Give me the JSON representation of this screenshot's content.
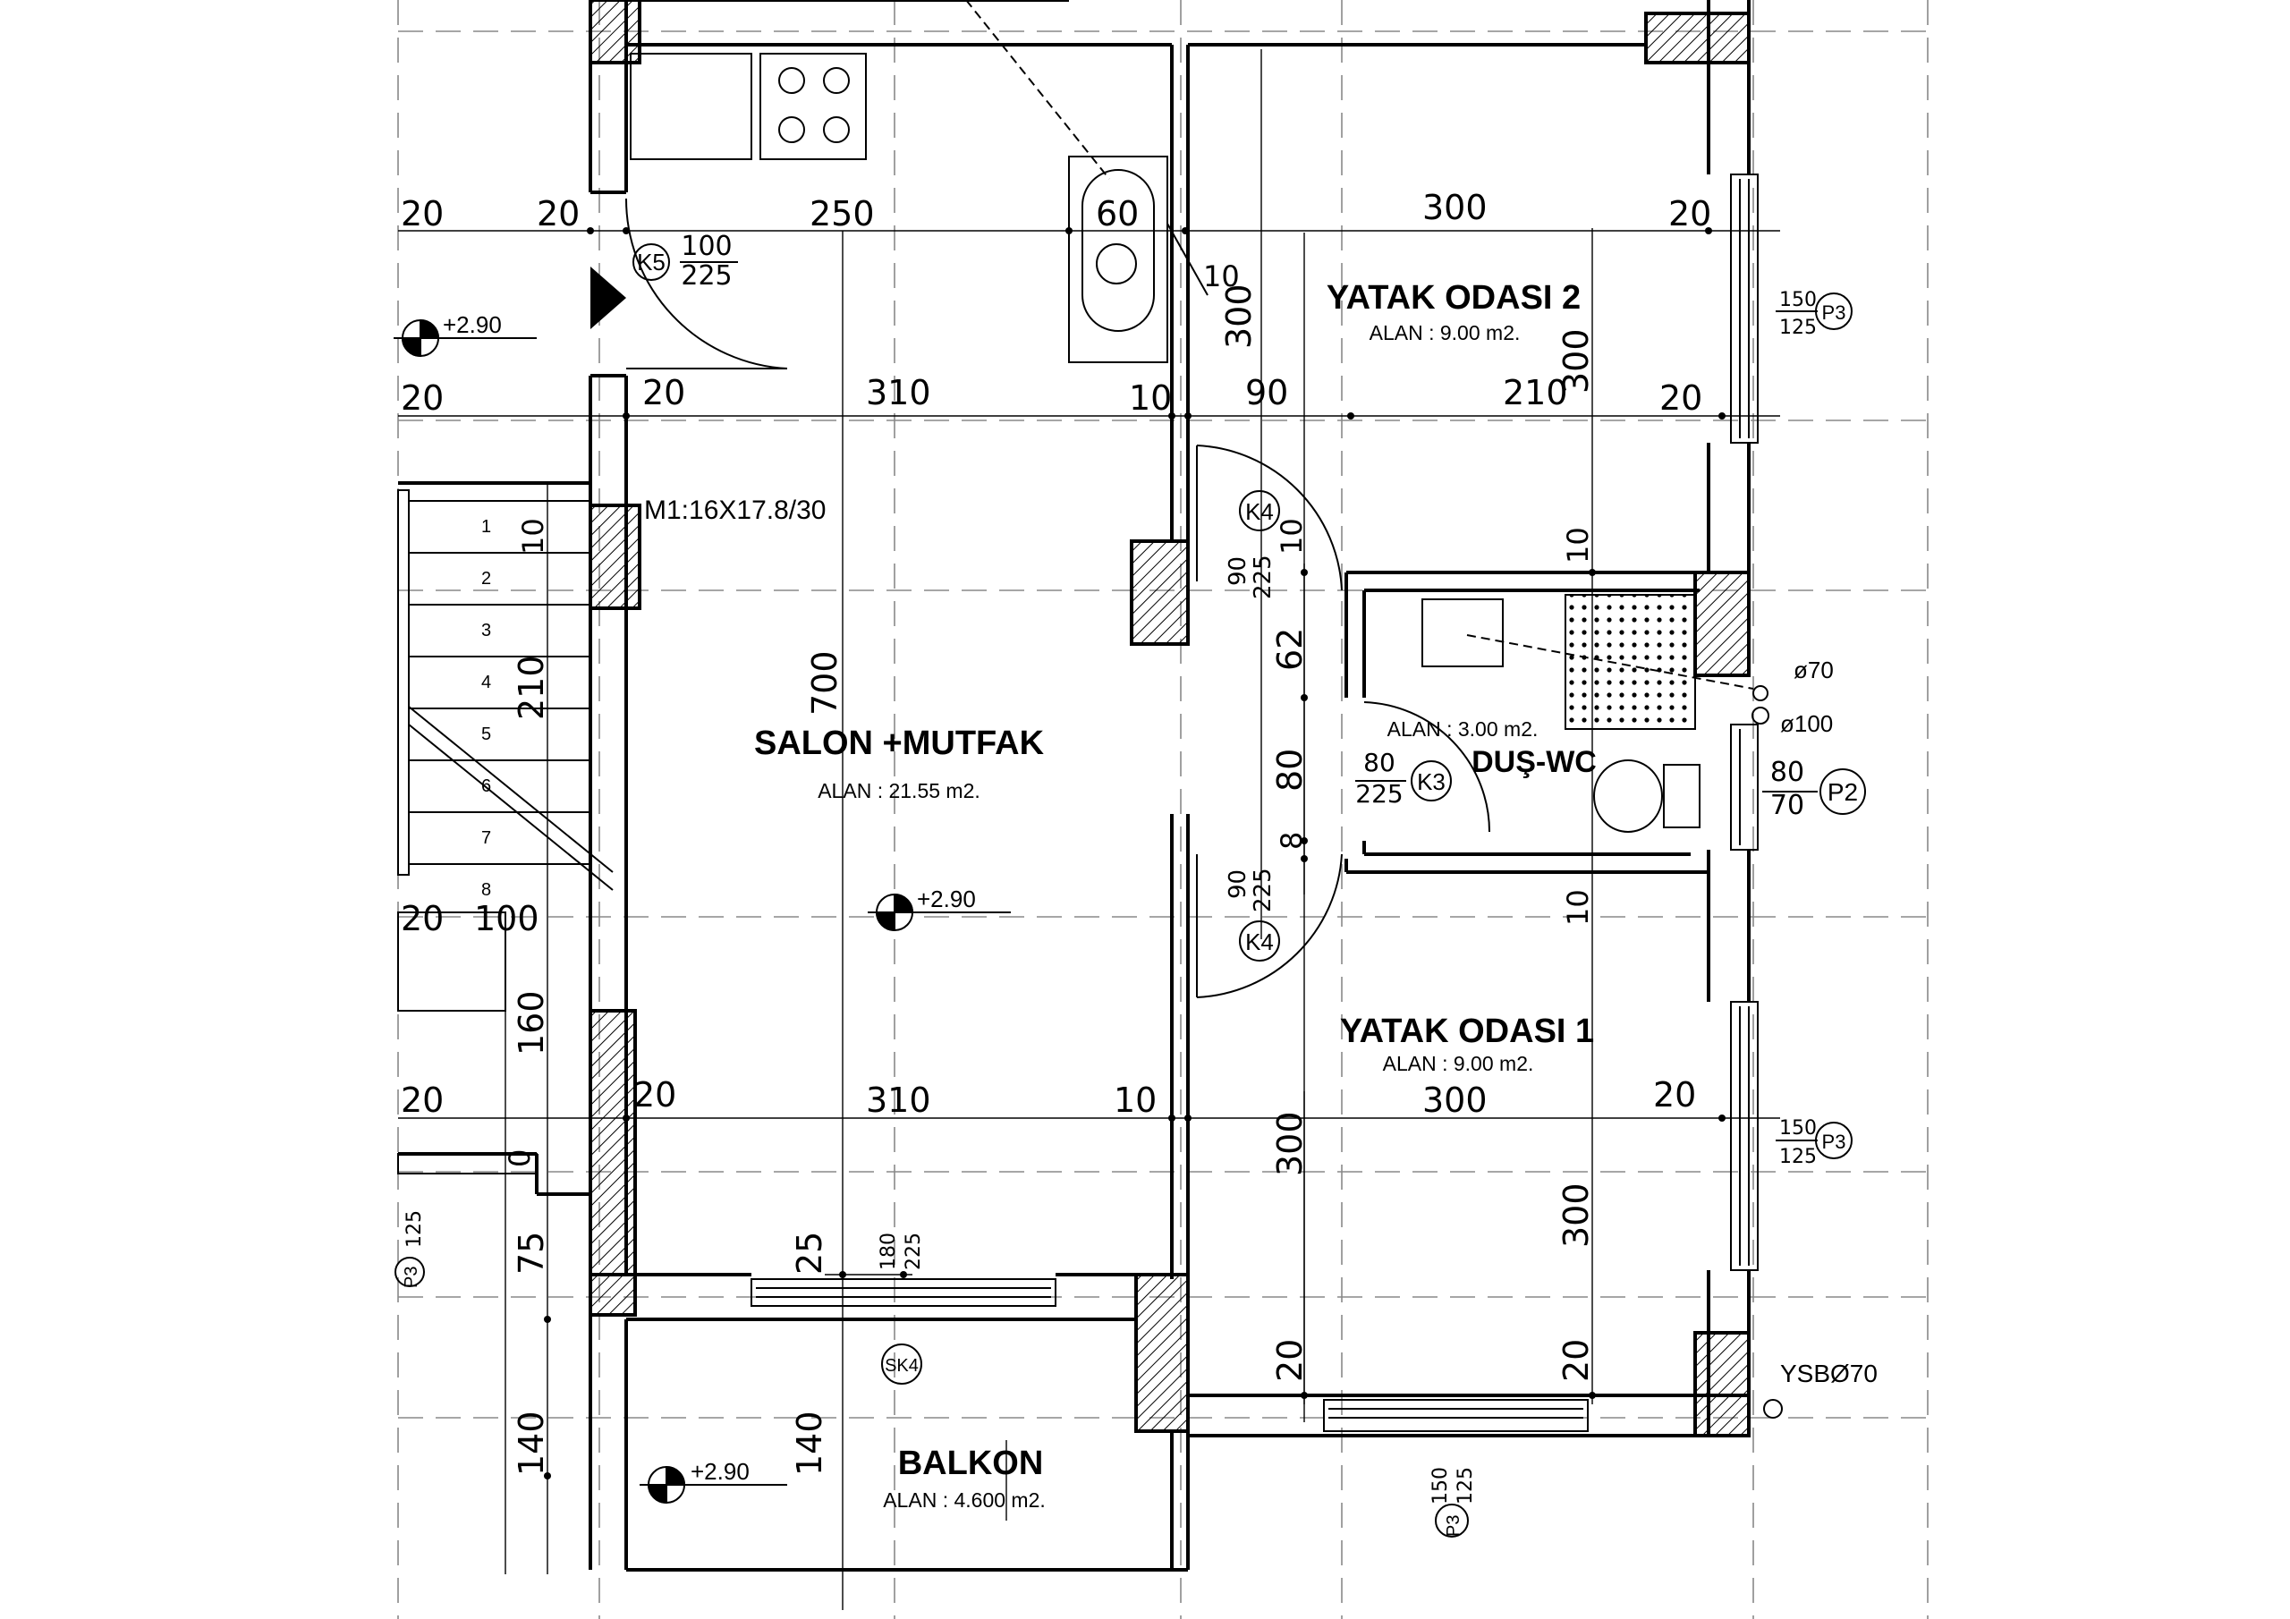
{
  "rooms": {
    "salon_title": "SALON +MUTFAK",
    "salon_area": "ALAN : 21.55 m2.",
    "bed2_title": "YATAK  ODASI 2",
    "bed2_area": "ALAN : 9.00 m2.",
    "bed1_title": "YATAK  ODASI 1",
    "bed1_area": "ALAN : 9.00 m2.",
    "wc_title": "DUŞ-WC",
    "wc_area": "ALAN : 3.00 m2.",
    "balcony_title": "BALKON",
    "balcony_area": "ALAN : 4.600 m2."
  },
  "levels": {
    "entry": "+2.90",
    "salon": "+2.90",
    "balcony": "+2.90"
  },
  "stair": {
    "spec": "M1:16X17.8/30",
    "steps": [
      "1",
      "2",
      "3",
      "4",
      "5",
      "6",
      "7",
      "8"
    ]
  },
  "doors": {
    "k5_tag": "K5",
    "k5_w": "100",
    "k5_h": "225",
    "k4a_tag": "K4",
    "k4a_w": "90",
    "k4a_h": "225",
    "k4b_tag": "K4",
    "k4b_w": "90",
    "k4b_h": "225",
    "k3_tag": "K3",
    "k3_w": "80",
    "k3_h": "225",
    "sk4_tag": "SK4",
    "sk4_w": "180",
    "sk4_h": "225"
  },
  "windows": {
    "p3_top_tag": "P3",
    "p3_top_w": "150",
    "p3_top_h": "125",
    "p2_tag": "P2",
    "p2_w": "80",
    "p2_h": "70",
    "p3_mid_tag": "P3",
    "p3_mid_w": "150",
    "p3_mid_h": "125",
    "p3_bot_tag": "P3",
    "p3_bot_w": "150",
    "p3_bot_h": "125",
    "p3_left_tag": "P3",
    "p3_left_h": "125"
  },
  "pipes": {
    "d70": "ø70",
    "d100": "ø100",
    "ysb": "YSBØ70"
  },
  "dims": {
    "top_l20": "20",
    "top_20": "20",
    "top_250": "250",
    "top_60": "60",
    "top_300": "300",
    "top_r20": "20",
    "v_10a": "10",
    "v_300a": "300",
    "row2_l20": "20",
    "row2_20": "20",
    "row2_310": "310",
    "row2_10": "10",
    "row2_90": "90",
    "row2_210": "210",
    "row2_20b": "20",
    "v_300b": "300",
    "v_10stair": "10",
    "v_210stair": "210",
    "v_100stair": "100",
    "v_160": "160",
    "h_20stair": "20",
    "v_700": "700",
    "v_10b": "10",
    "v_62": "62",
    "v_80": "80",
    "v_10c": "10",
    "v_8": "8",
    "v_10d": "10",
    "row3_l20": "20",
    "row3_20": "20",
    "row3_310": "310",
    "row3_10": "10",
    "row3_300": "300",
    "row3_20b": "20",
    "v_300c": "300",
    "v_300d": "300",
    "v_0": "0",
    "v_75": "75",
    "v_25": "25",
    "v_140a": "140",
    "v_140b": "140",
    "v_20a": "20",
    "v_20b": "20"
  }
}
